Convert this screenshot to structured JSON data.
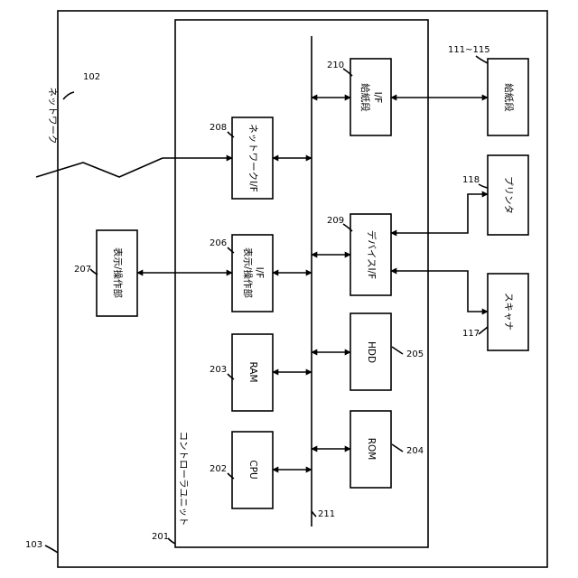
{
  "labels": {
    "network": "ネットワーク",
    "controller": "コントローラユニット",
    "display_panel": "表示/操作部",
    "display_if": "表示/操作部",
    "display_if_sub": "I/F",
    "network_if": "ネットワークI/F",
    "ram": "RAM",
    "cpu": "CPU",
    "feeder_if": "給紙段",
    "feeder_if_sub": "I/F",
    "device_if": "デバイスI/F",
    "hdd": "HDD",
    "rom": "ROM",
    "feeder": "給紙段",
    "printer": "プリンタ",
    "scanner": "スキャナ"
  },
  "refs": {
    "network": "102",
    "outer": "103",
    "controller": "201",
    "cpu": "202",
    "ram": "203",
    "rom": "204",
    "hdd": "205",
    "display_if": "206",
    "display_panel": "207",
    "network_if": "208",
    "device_if": "209",
    "feeder_if": "210",
    "bus": "211",
    "feeder": "111~115",
    "scanner": "117",
    "printer": "118"
  }
}
